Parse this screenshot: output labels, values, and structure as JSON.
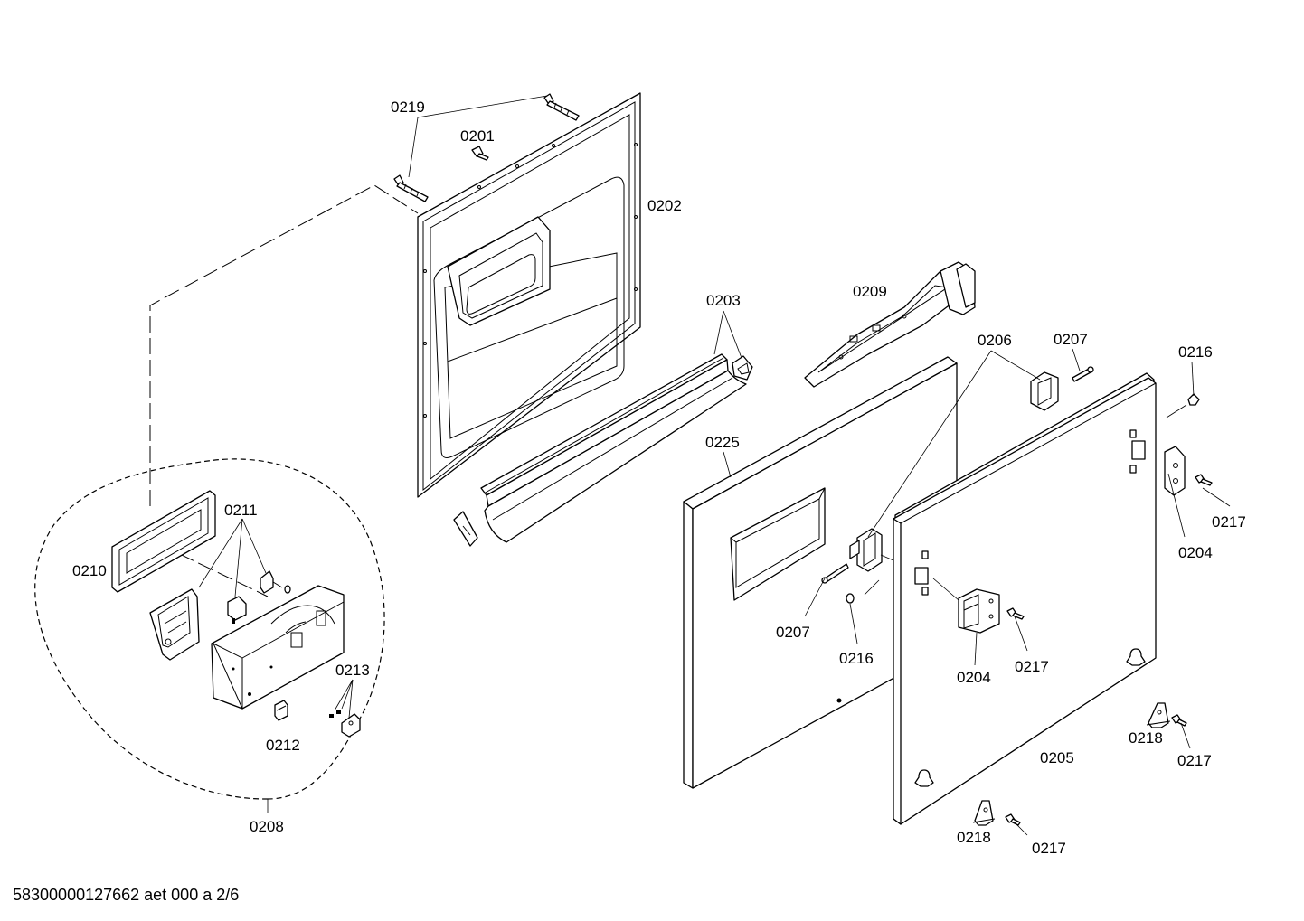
{
  "document": {
    "id": "58300000127662 aet 000 a 2/6"
  },
  "labels": {
    "p0219": "0219",
    "p0201": "0201",
    "p0202": "0202",
    "p0203": "0203",
    "p0209": "0209",
    "p0206": "0206",
    "p0207a": "0207",
    "p0216a": "0216",
    "p0225": "0225",
    "p0211": "0211",
    "p0210": "0210",
    "p0213": "0213",
    "p0212": "0212",
    "p0208": "0208",
    "p0207b": "0207",
    "p0216b": "0216",
    "p0204a": "0204",
    "p0217a": "0217",
    "p0204b": "0204",
    "p0217b": "0217",
    "p0205": "0205",
    "p0218a": "0218",
    "p0217c": "0217",
    "p0218b": "0218",
    "p0217d": "0217"
  }
}
